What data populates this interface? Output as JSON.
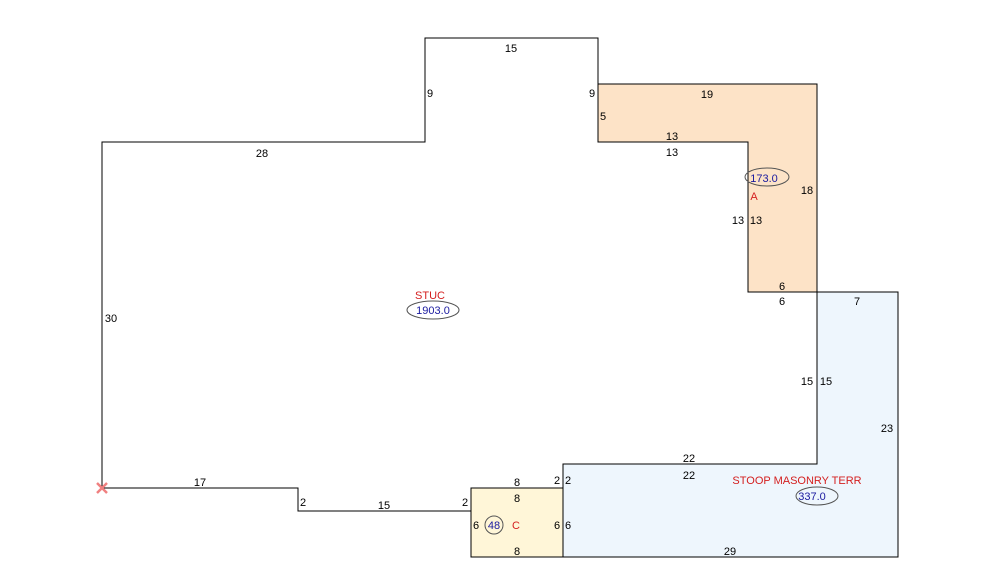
{
  "colors": {
    "outline": "#000000",
    "label_red": "#d42020",
    "area_blue": "#1a1aa0",
    "ellipse_stroke": "#555555",
    "fill_a": "#fde3c7",
    "fill_c": "#fff6d8",
    "fill_stoop": "#eef6fd",
    "start_marker": "#f08080"
  },
  "icons": {
    "start_marker": "start-point-x-icon"
  },
  "areas": {
    "main": {
      "label": "STUC",
      "value": "1903.0"
    },
    "a": {
      "label": "A",
      "value": "173.0"
    },
    "c": {
      "label": "C",
      "value": "48"
    },
    "stoop": {
      "label": "STOOP MASONRY TERR",
      "value": "337.0"
    }
  },
  "dims": {
    "main": {
      "top_step": "15",
      "step_left": "9",
      "step_right": "9",
      "top_left": "28",
      "left": "30",
      "bottom_left": "17",
      "notch_drop": "2",
      "notch_bottom": "15",
      "notch_rise": "2",
      "c_top": "8",
      "c_right_top": "2",
      "stoop_top": "22",
      "stoop_left": "15",
      "a_bottom": "6",
      "a_left": "13",
      "a_top": "13"
    },
    "a": {
      "top": "19",
      "left": "5",
      "inner_top": "13",
      "inner_left": "13",
      "bottom": "6",
      "right": "18"
    },
    "stoop": {
      "top": "7",
      "right": "23",
      "bottom": "29",
      "left": "6",
      "inner_top": "22",
      "inner_left": "15",
      "notch": "2"
    },
    "c": {
      "top": "8",
      "left": "6",
      "right": "6",
      "bottom": "8"
    }
  }
}
